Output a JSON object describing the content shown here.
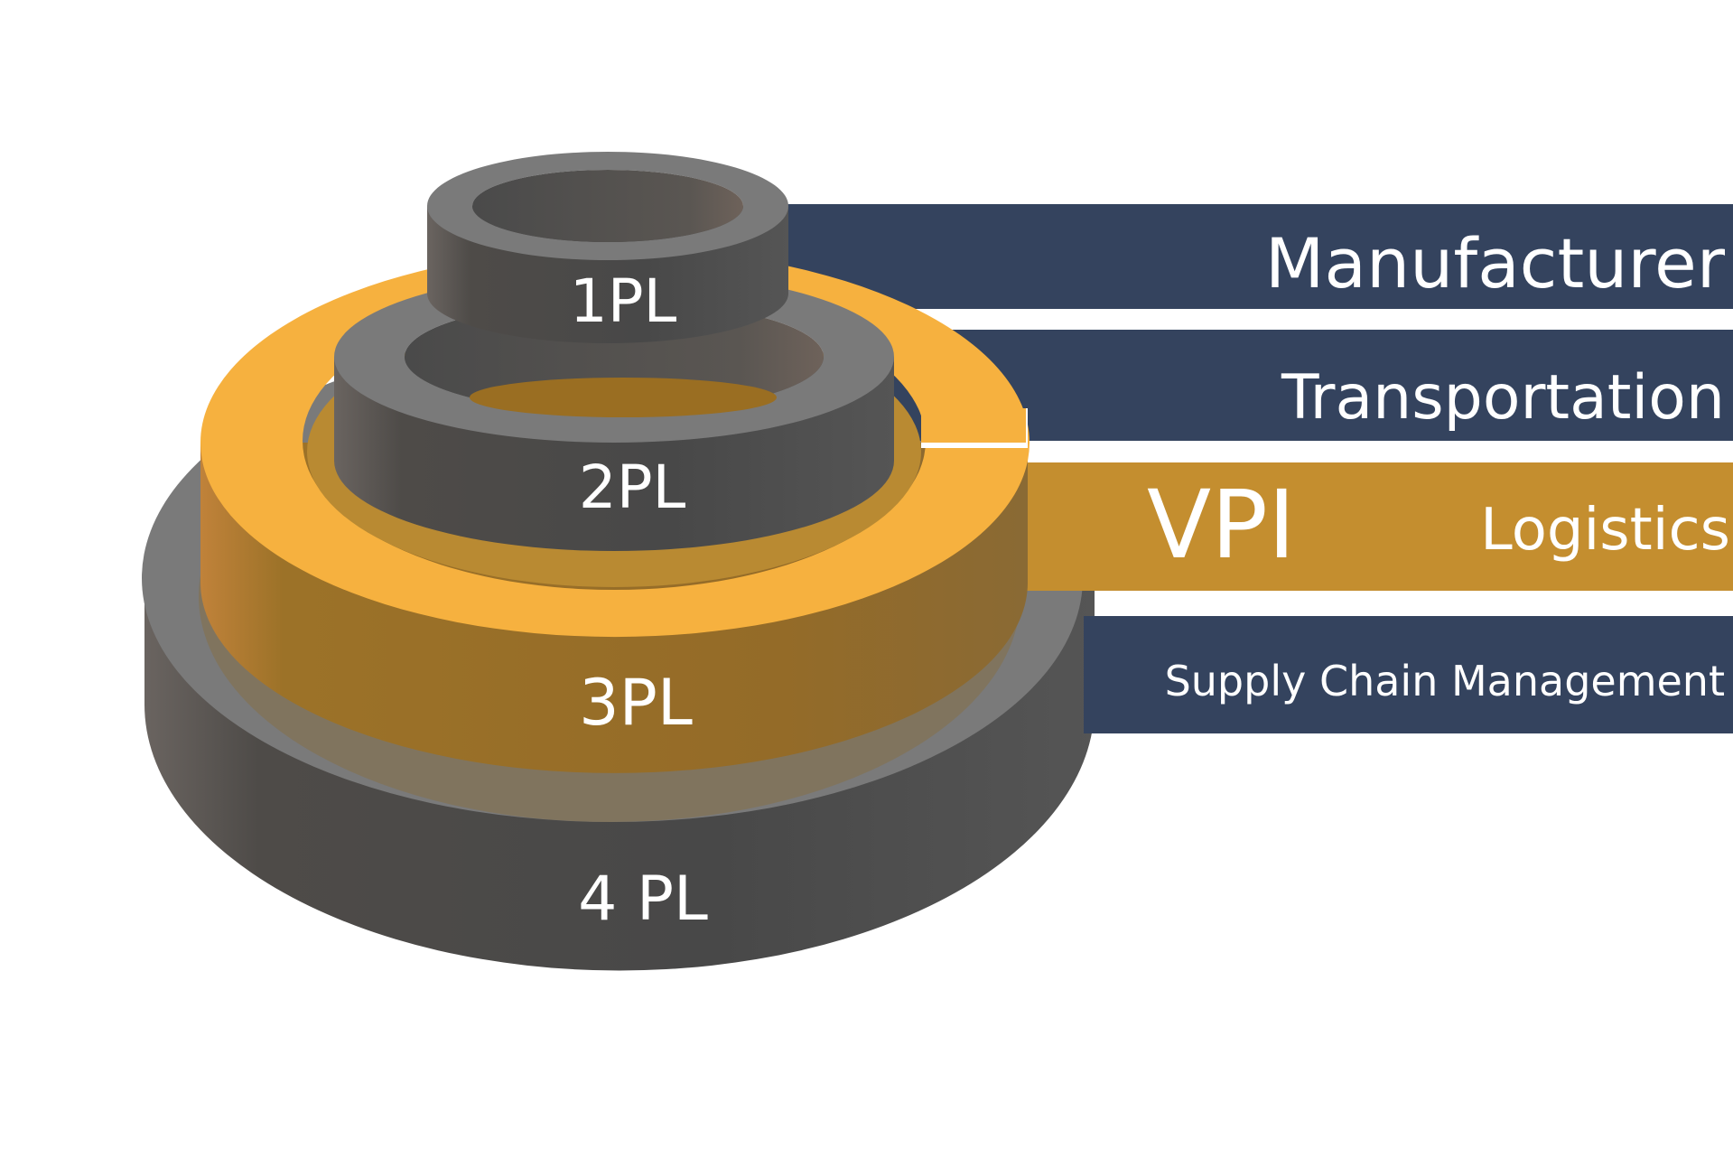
{
  "levels": [
    {
      "id": "1pl",
      "label": "1PL",
      "bar_text": "Manufacturer",
      "color": "#7a7a7a",
      "side_dark": "#4a4a4a",
      "bar_color": "#34435e"
    },
    {
      "id": "2pl",
      "label": "2PL",
      "bar_text": "Transportation",
      "color": "#7a7a7a",
      "side_dark": "#4a4a4a",
      "bar_color": "#34435e"
    },
    {
      "id": "3pl",
      "label": "3PL",
      "bar_text": "Logistics",
      "brand": "VPI",
      "color": "#f6b13f",
      "side_dark": "#8b6a2a",
      "bar_color": "#c48e2f"
    },
    {
      "id": "4pl",
      "label": "4 PL",
      "bar_text": "Supply Chain Management",
      "color": "#7a7a7a",
      "side_dark": "#4a4a4a",
      "bar_color": "#34435e"
    }
  ]
}
